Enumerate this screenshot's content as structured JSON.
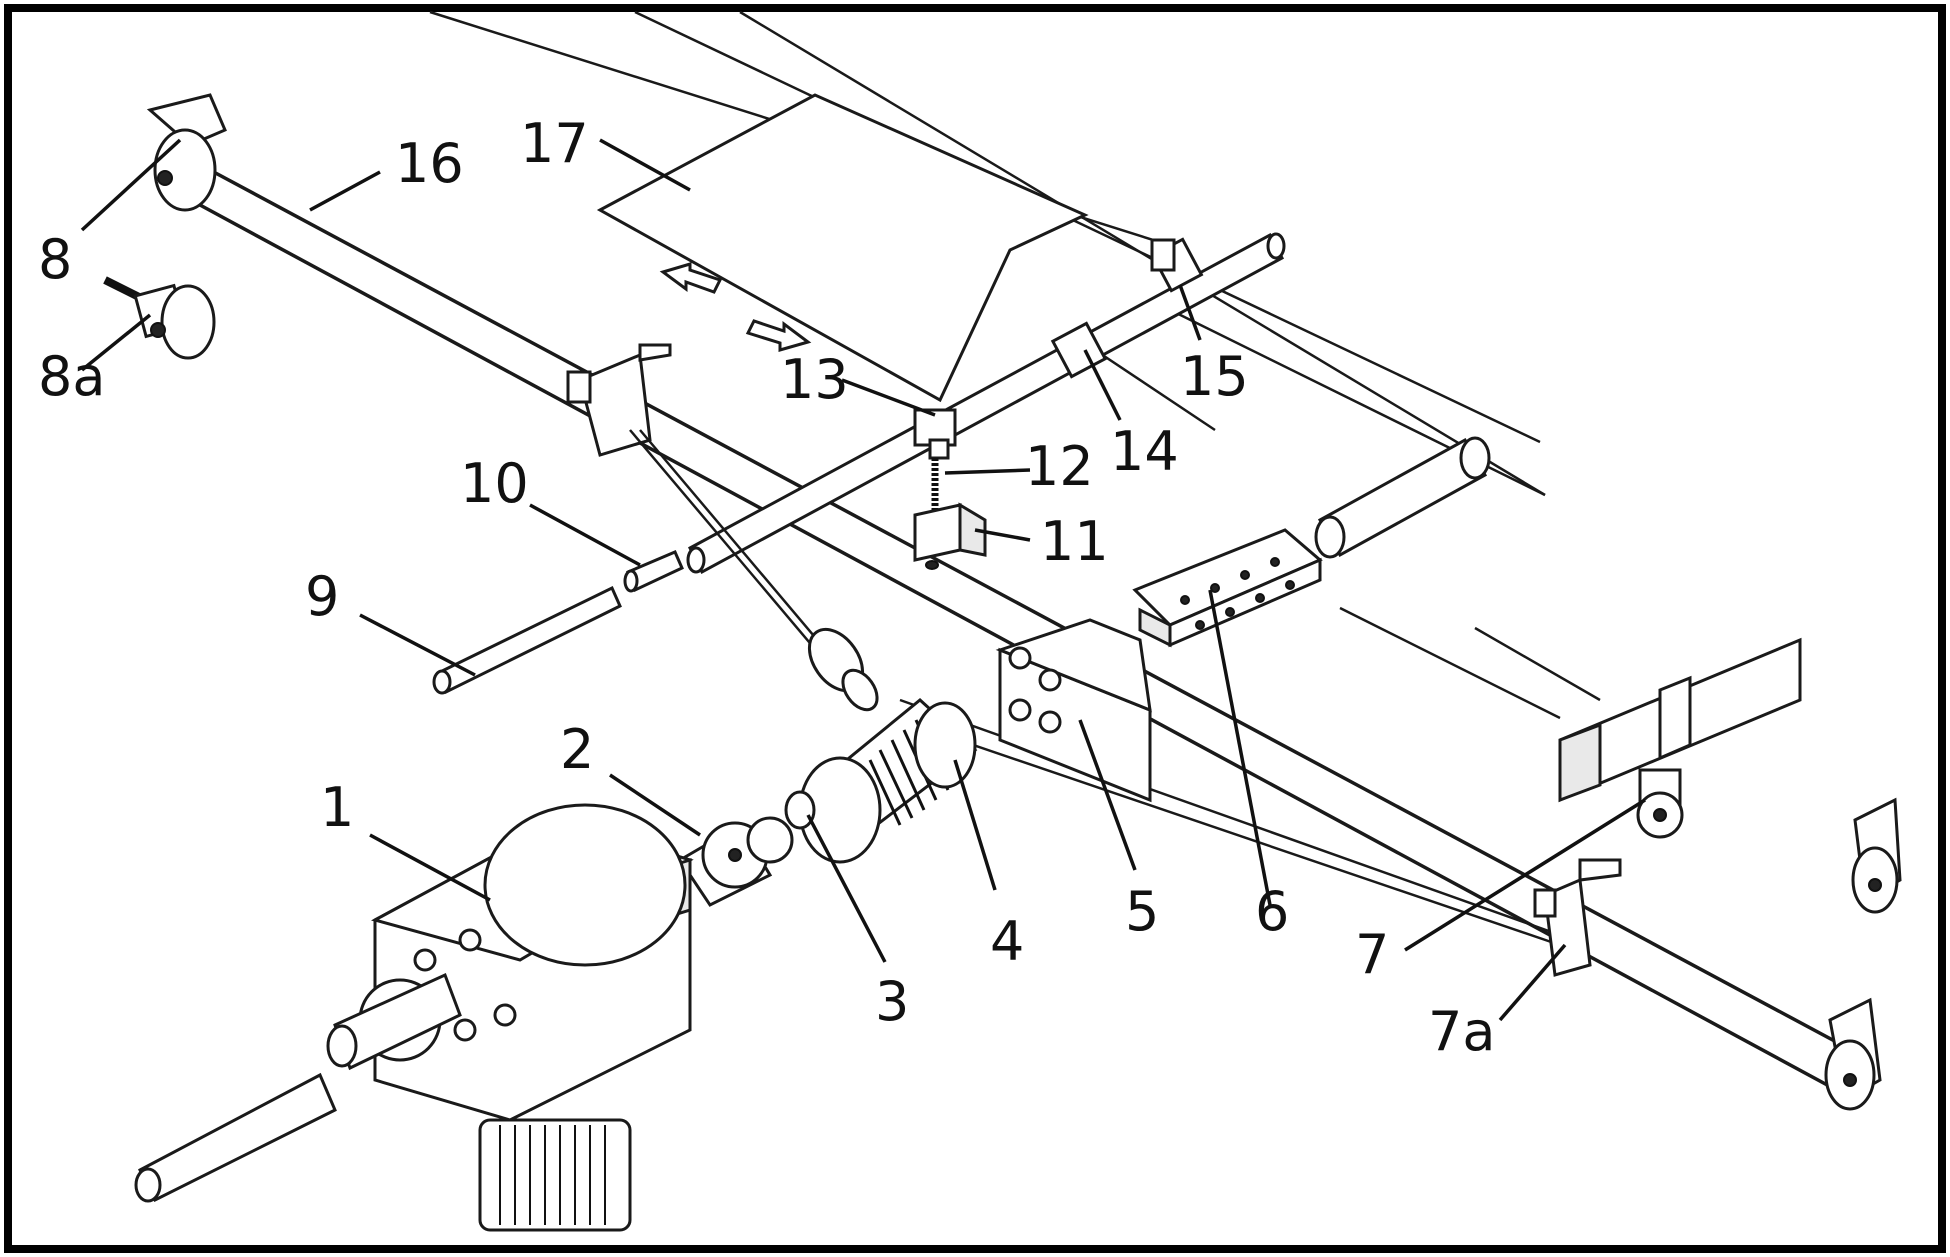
{
  "labels": {
    "l1": "1",
    "l2": "2",
    "l3": "3",
    "l4": "4",
    "l5": "5",
    "l6": "6",
    "l7": "7",
    "l7a": "7a",
    "l8": "8",
    "l8a": "8a",
    "l9": "9",
    "l10": "10",
    "l11": "11",
    "l12": "12",
    "l13": "13",
    "l14": "14",
    "l15": "15",
    "l16": "16",
    "l17": "17"
  }
}
